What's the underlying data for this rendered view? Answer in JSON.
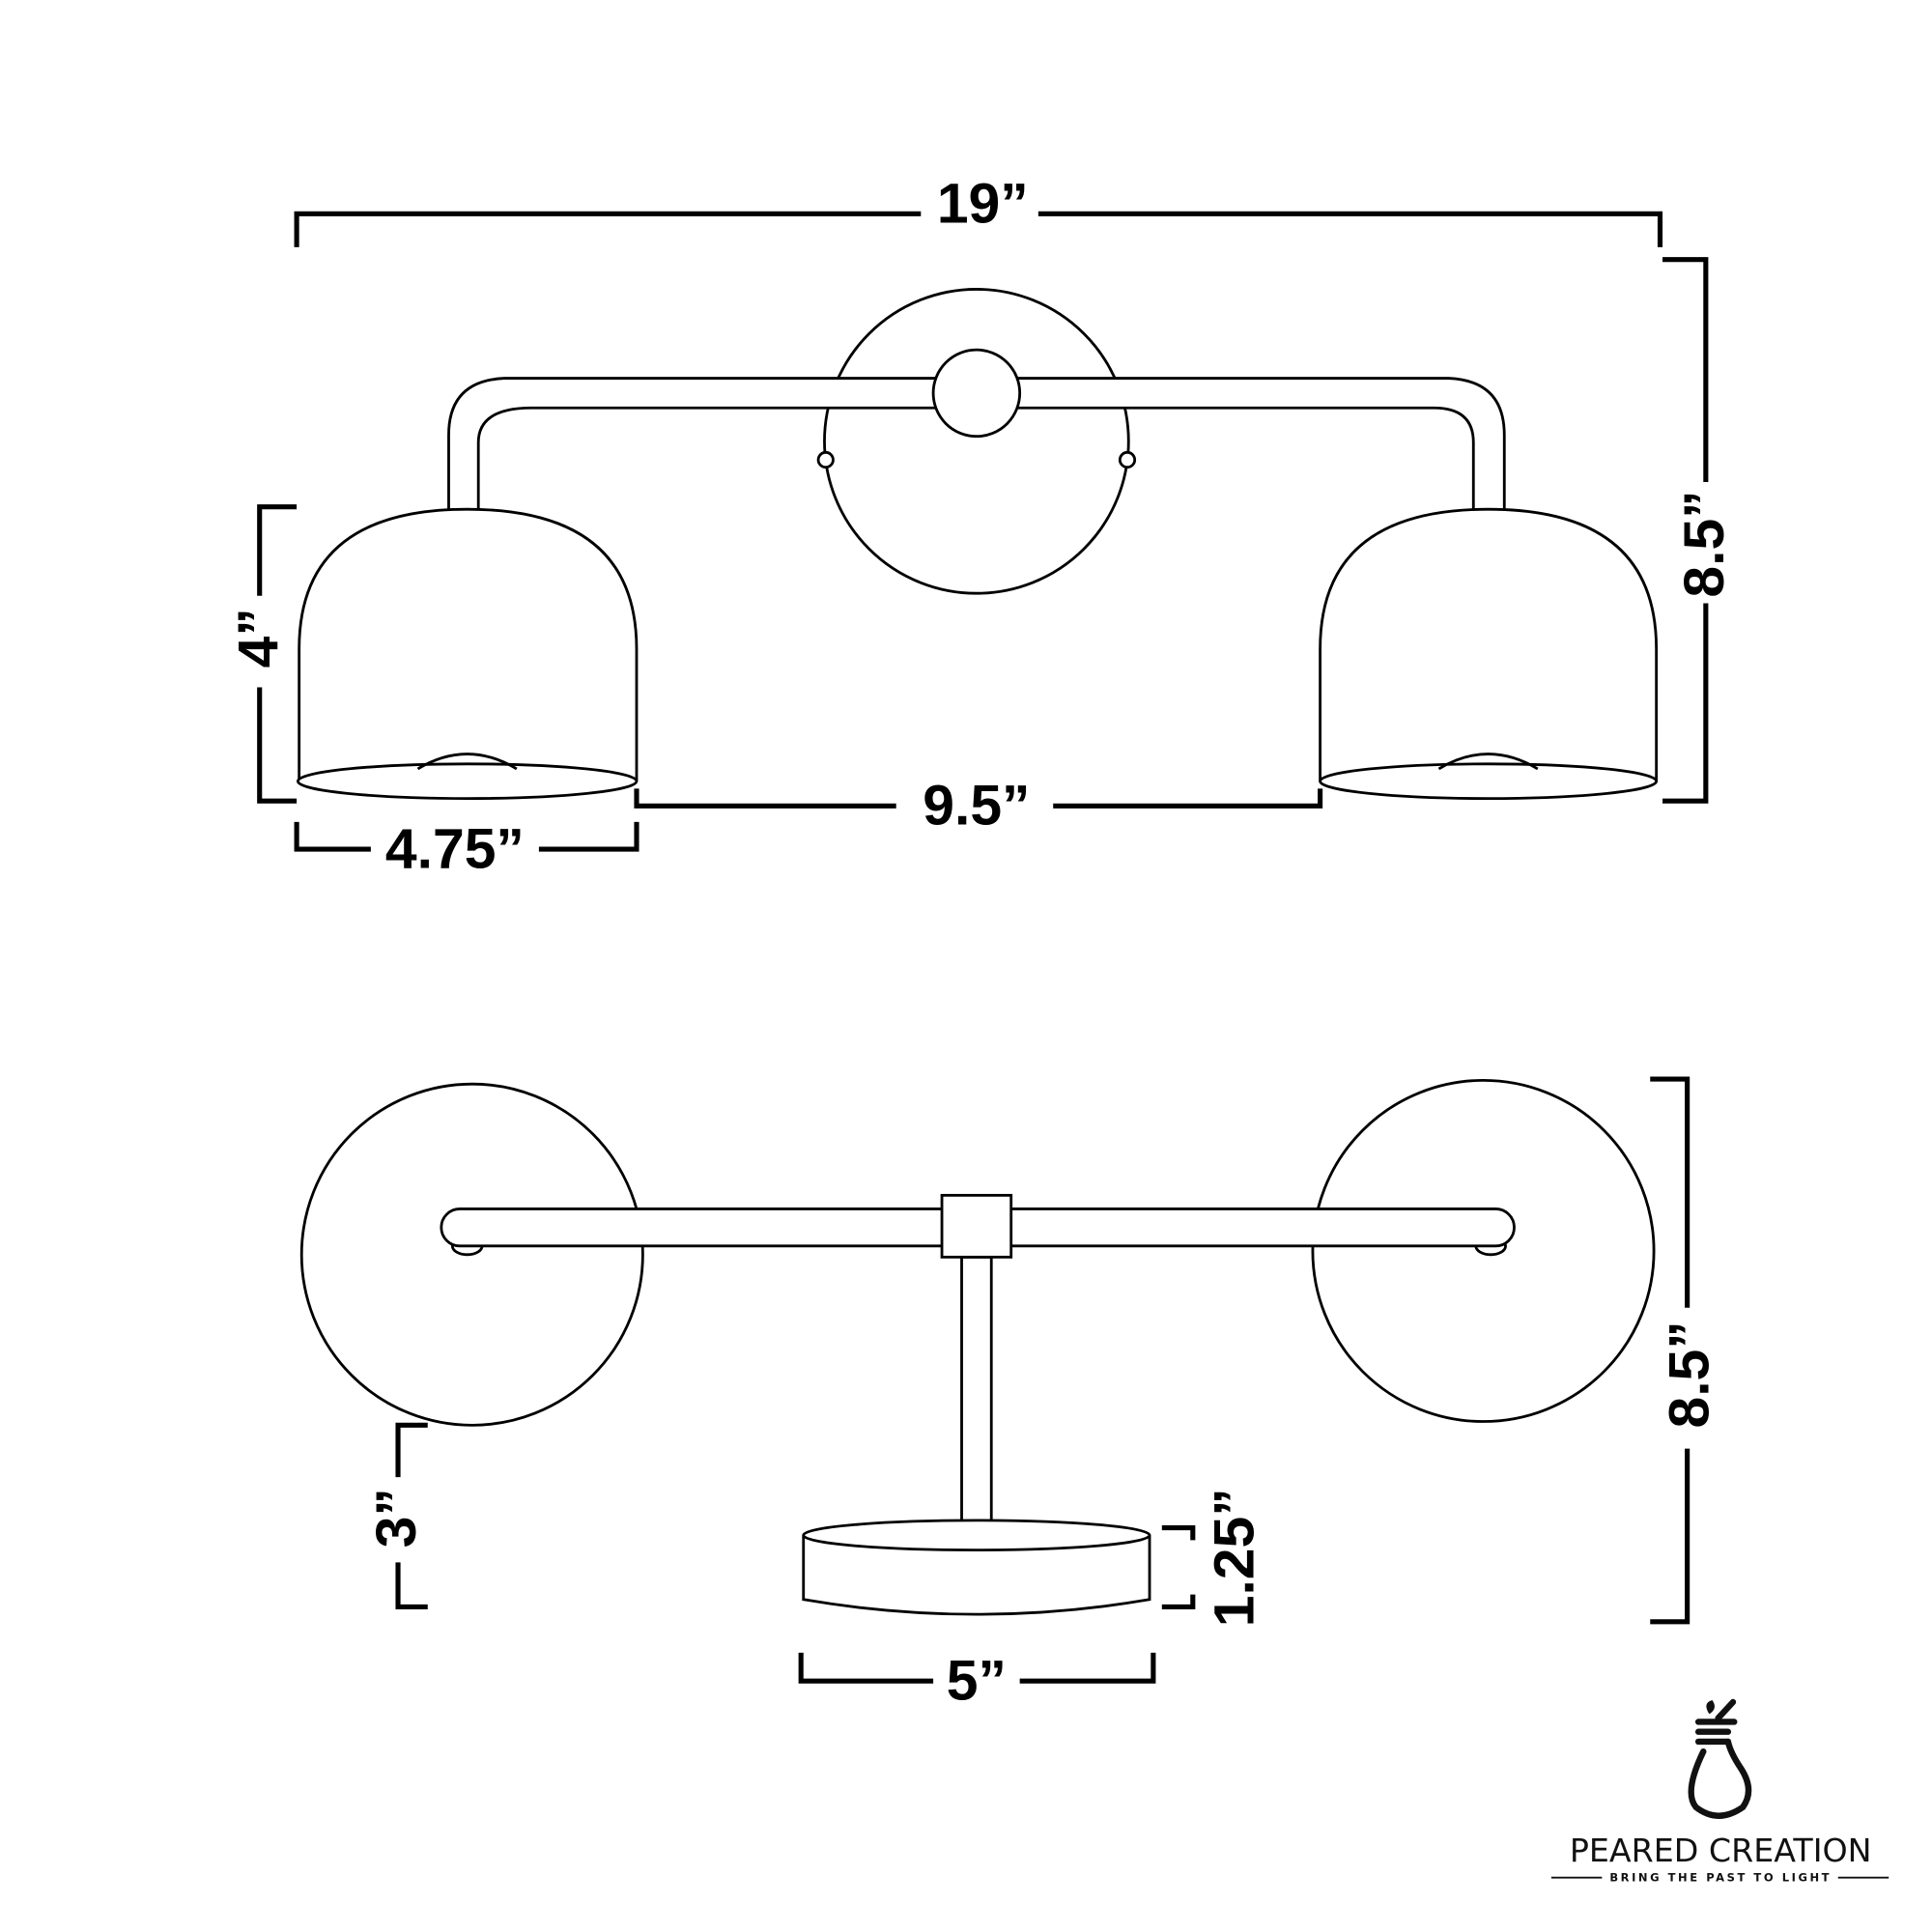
{
  "dimensions": {
    "front_total_width": "19”",
    "front_height": "8.5”",
    "shade_height": "4”",
    "shade_width": "4.75”",
    "shade_gap": "9.5”",
    "top_extension": "3”",
    "backplate_depth": "1.25”",
    "top_total_depth": "8.5”",
    "backplate_width": "5”"
  },
  "logo": {
    "brand": "PEARED CREATION",
    "tagline": "BRING THE PAST TO LIGHT"
  },
  "colors": {
    "line": "#000000",
    "background": "#ffffff"
  }
}
